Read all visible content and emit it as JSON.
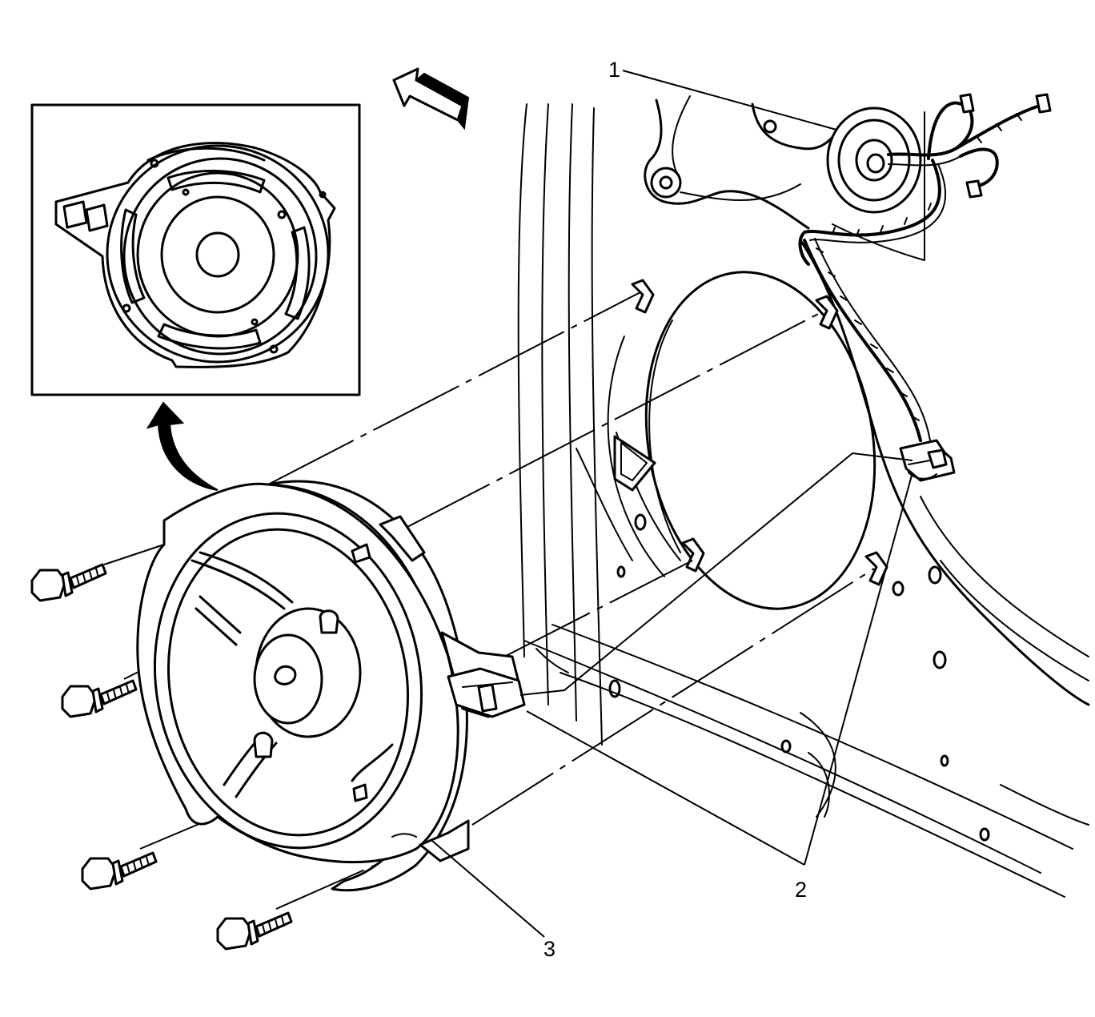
{
  "callouts": [
    {
      "id": "1",
      "label": "1"
    },
    {
      "id": "2",
      "label": "2"
    },
    {
      "id": "3",
      "label": "3"
    }
  ],
  "icons": {
    "direction_arrow": "forward-arrow-icon",
    "detail_arrow": "curved-arrow-icon"
  },
  "colors": {
    "line": "#000000",
    "background": "#ffffff"
  }
}
